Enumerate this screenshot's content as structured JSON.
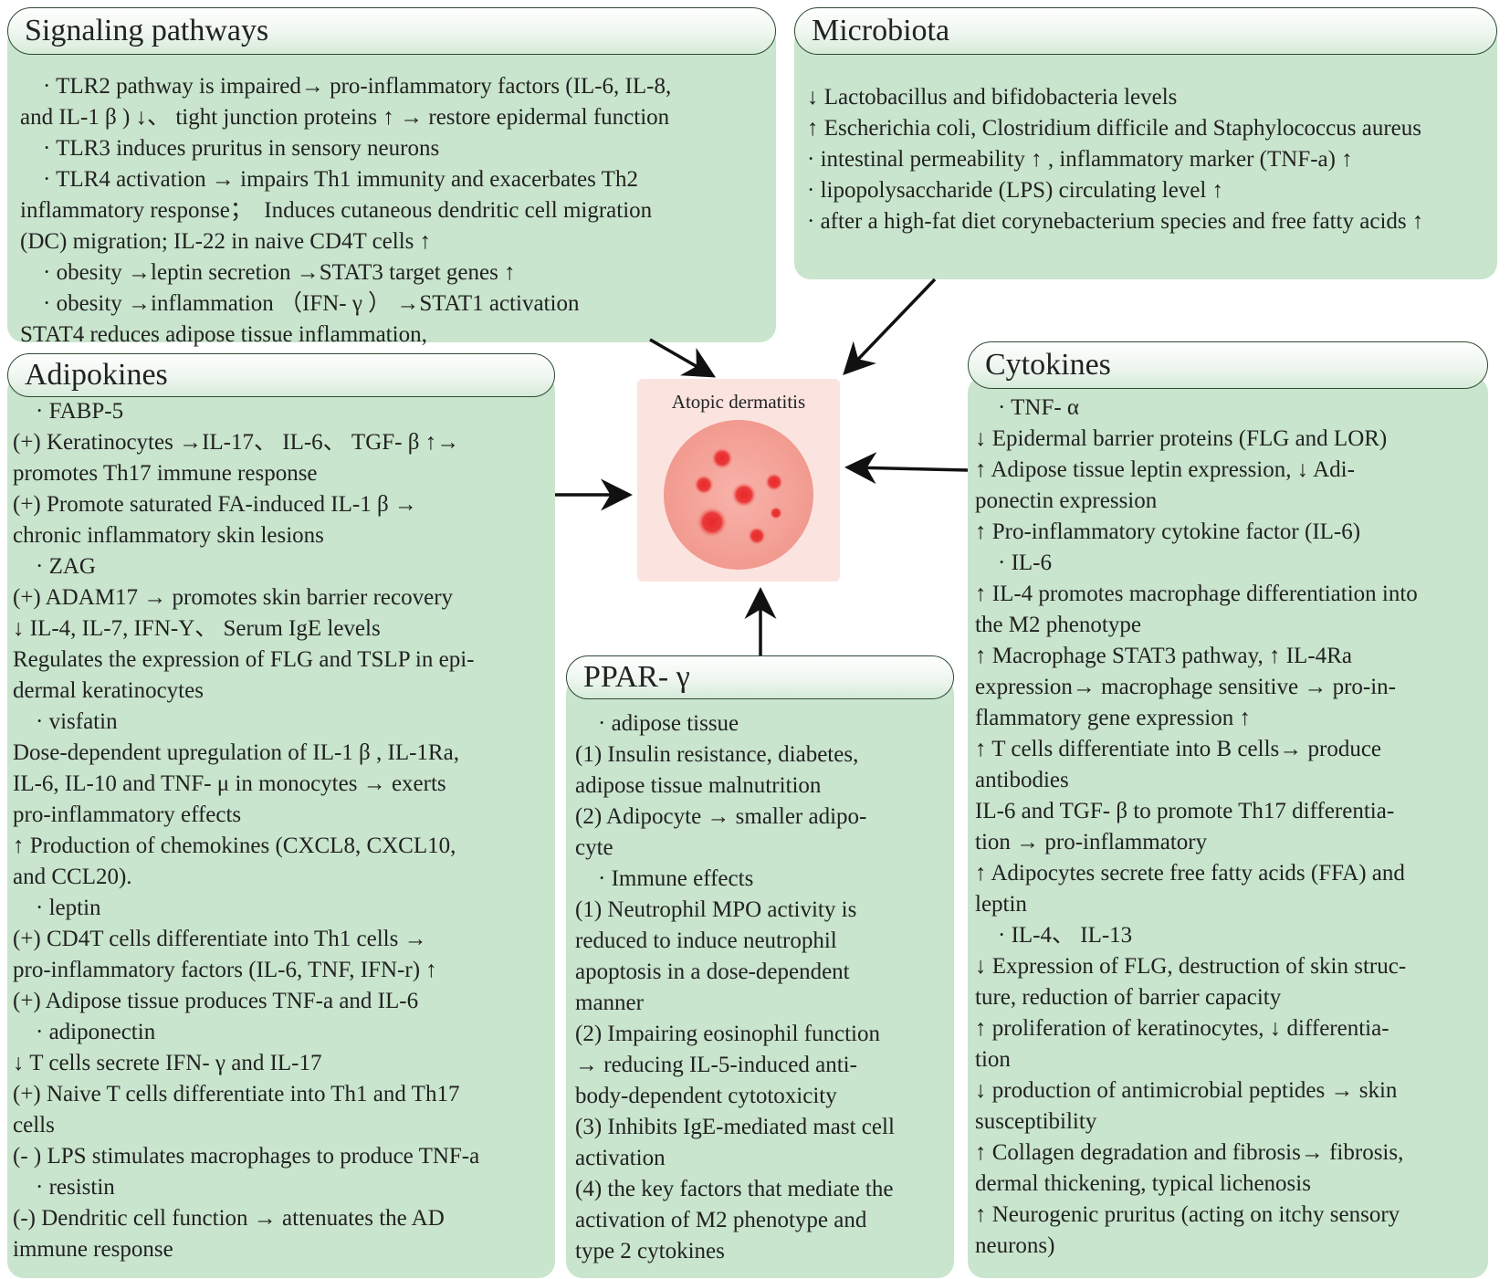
{
  "center": {
    "title": "Atopic dermatitis"
  },
  "signaling": {
    "header": "Signaling pathways",
    "lines": [
      "　· TLR2 pathway is impaired→ pro-inflammatory factors (IL-6, IL-8,",
      "and IL-1 β ) ↓、 tight junction proteins ↑ → restore epidermal function",
      "　· TLR3 induces pruritus in sensory neurons",
      "　· TLR4 activation → impairs Th1 immunity and exacerbates Th2",
      "inflammatory response；　Induces cutaneous dendritic cell migration",
      "(DC) migration; IL-22 in naive CD4T cells ↑",
      "　· obesity →leptin secretion →STAT3 target genes ↑",
      "　· obesity →inflammation （IFN- γ ） →STAT1 activation",
      "STAT4 reduces adipose tissue inflammation,"
    ]
  },
  "microbiota": {
    "header": "Microbiota",
    "lines": [
      "↓ Lactobacillus and bifidobacteria levels",
      "↑ Escherichia coli, Clostridium difficile and Staphylococcus aureus",
      "· intestinal permeability ↑ , inflammatory marker (TNF-a) ↑",
      "· lipopolysaccharide (LPS) circulating level ↑",
      "· after a high-fat diet corynebacterium species and free fatty acids ↑"
    ]
  },
  "adipokines": {
    "header": "Adipokines",
    "lines": [
      "　· FABP-5",
      "(+) Keratinocytes →IL-17、 IL-6、 TGF- β ↑→",
      "promotes Th17 immune response",
      "(+) Promote saturated FA-induced IL-1 β →",
      "chronic inflammatory skin lesions",
      "　· ZAG",
      "(+) ADAM17 → promotes skin barrier recovery",
      "↓ IL-4, IL-7, IFN-Y、 Serum IgE levels",
      "Regulates the expression of FLG and TSLP in epi-",
      "dermal keratinocytes",
      "　· visfatin",
      "Dose-dependent upregulation of IL-1 β , IL-1Ra,",
      "IL-6, IL-10 and TNF- μ in monocytes → exerts",
      "pro-inflammatory effects",
      "↑ Production of chemokines (CXCL8, CXCL10,",
      "and CCL20).",
      "　· leptin",
      "(+) CD4T cells differentiate into Th1 cells →",
      "pro-inflammatory factors (IL-6, TNF, IFN-r) ↑",
      "(+) Adipose tissue produces TNF-a and IL-6",
      "　· adiponectin",
      "↓ T cells secrete IFN- γ and IL-17",
      "(+) Naive T cells differentiate into Th1 and Th17",
      "cells",
      "(- ) LPS stimulates macrophages to produce TNF-a",
      "　· resistin",
      "(-) Dendritic cell function → attenuates the AD",
      "immune response"
    ]
  },
  "ppar": {
    "header": "PPAR- γ",
    "lines": [
      "　· adipose tissue",
      "(1) Insulin resistance, diabetes,",
      "adipose tissue malnutrition",
      "(2) Adipocyte → smaller adipo-",
      "cyte",
      "　· Immune effects",
      "(1) Neutrophil MPO activity is",
      "reduced to induce neutrophil",
      "apoptosis in a dose-dependent",
      "manner",
      "(2) Impairing eosinophil function",
      "→ reducing IL-5-induced anti-",
      "body-dependent cytotoxicity",
      "(3) Inhibits IgE-mediated mast cell",
      "activation",
      "(4) the key factors that mediate the",
      "activation of M2 phenotype and",
      "type 2 cytokines"
    ]
  },
  "cytokines": {
    "header": "Cytokines",
    "lines": [
      "　· TNF- α",
      "↓ Epidermal barrier proteins (FLG and LOR)",
      "↑ Adipose tissue leptin expression, ↓ Adi-",
      "ponectin expression",
      "↑ Pro-inflammatory cytokine factor (IL-6)",
      "　· IL-6",
      "↑ IL-4 promotes macrophage differentiation into",
      "the M2 phenotype",
      "↑ Macrophage STAT3 pathway, ↑ IL-4Ra",
      "expression→ macrophage sensitive → pro-in-",
      "flammatory gene expression ↑",
      "↑ T cells differentiate into B cells→ produce",
      "antibodies",
      "IL-6 and TGF- β to promote Th17 differentia-",
      "tion → pro-inflammatory",
      "↑ Adipocytes secrete free fatty acids (FFA) and",
      "leptin",
      "　· IL-4、 IL-13",
      "↓ Expression of FLG, destruction of skin struc-",
      "ture, reduction of barrier capacity",
      "↑ proliferation of keratinocytes, ↓ differentia-",
      "tion",
      "↓ production of antimicrobial peptides → skin",
      "susceptibility",
      "↑ Collagen degradation and fibrosis→ fibrosis,",
      "dermal thickening, typical lichenosis",
      "↑ Neurogenic pruritus (acting on itchy sensory",
      "neurons)"
    ]
  },
  "colors": {
    "panel": "#c9e5cd",
    "header_border": "#2e4a34",
    "skin_bg": "#fbe3df",
    "skin_circle": "#f5a99f",
    "lesion": "#e8282a",
    "arrow": "#111111"
  }
}
